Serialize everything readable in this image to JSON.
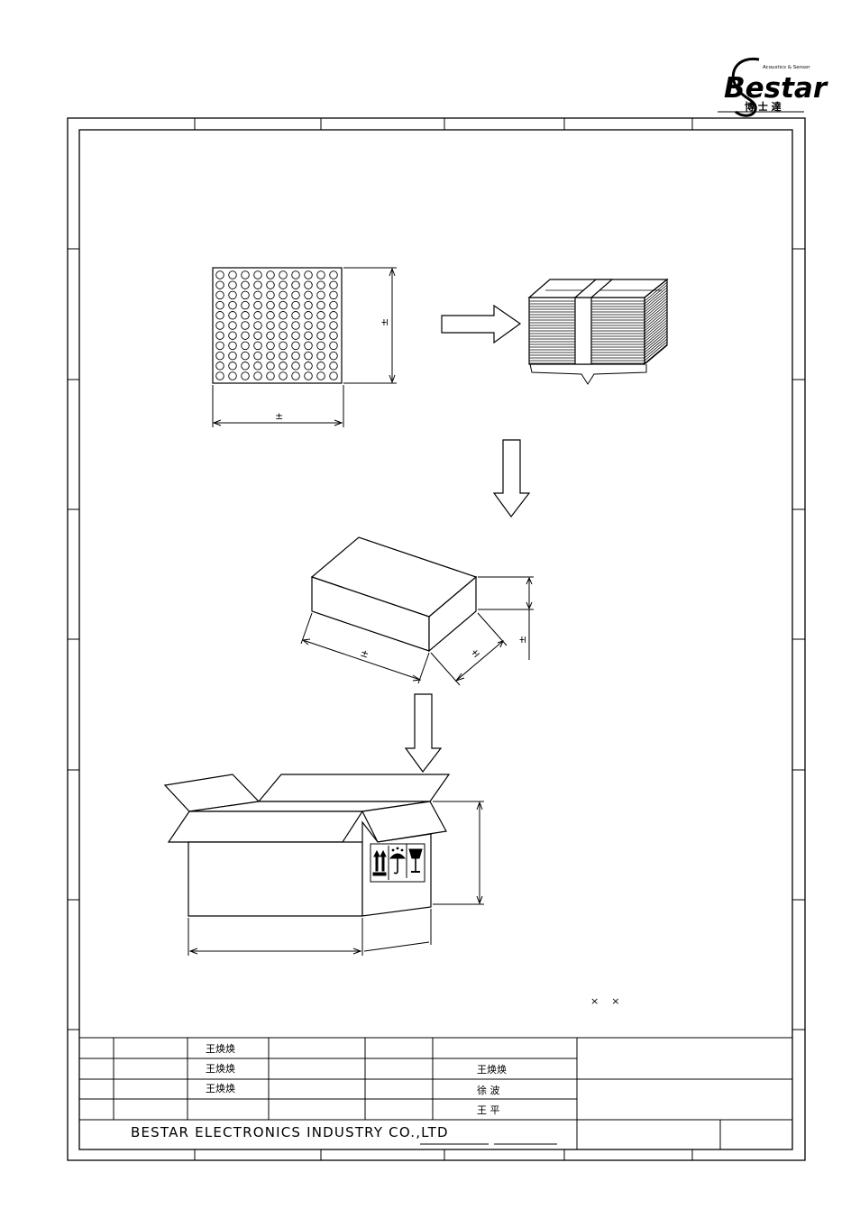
{
  "logo": {
    "wordmark": "Bestar",
    "tagline": "Acoustics & Sensor",
    "chinese": "博 士 達"
  },
  "dimensions": {
    "tray_height": "±",
    "tray_width": "±",
    "box_length": "±",
    "box_width": "±",
    "box_height": "±"
  },
  "carton_size_note": "×    ×",
  "title_block": {
    "names": [
      "王焕焕",
      "王焕焕",
      "王焕焕"
    ],
    "approvals": [
      "王焕焕",
      "徐  波",
      "王  平"
    ],
    "company": "BESTAR ELECTRONICS INDUSTRY CO.,LTD"
  }
}
